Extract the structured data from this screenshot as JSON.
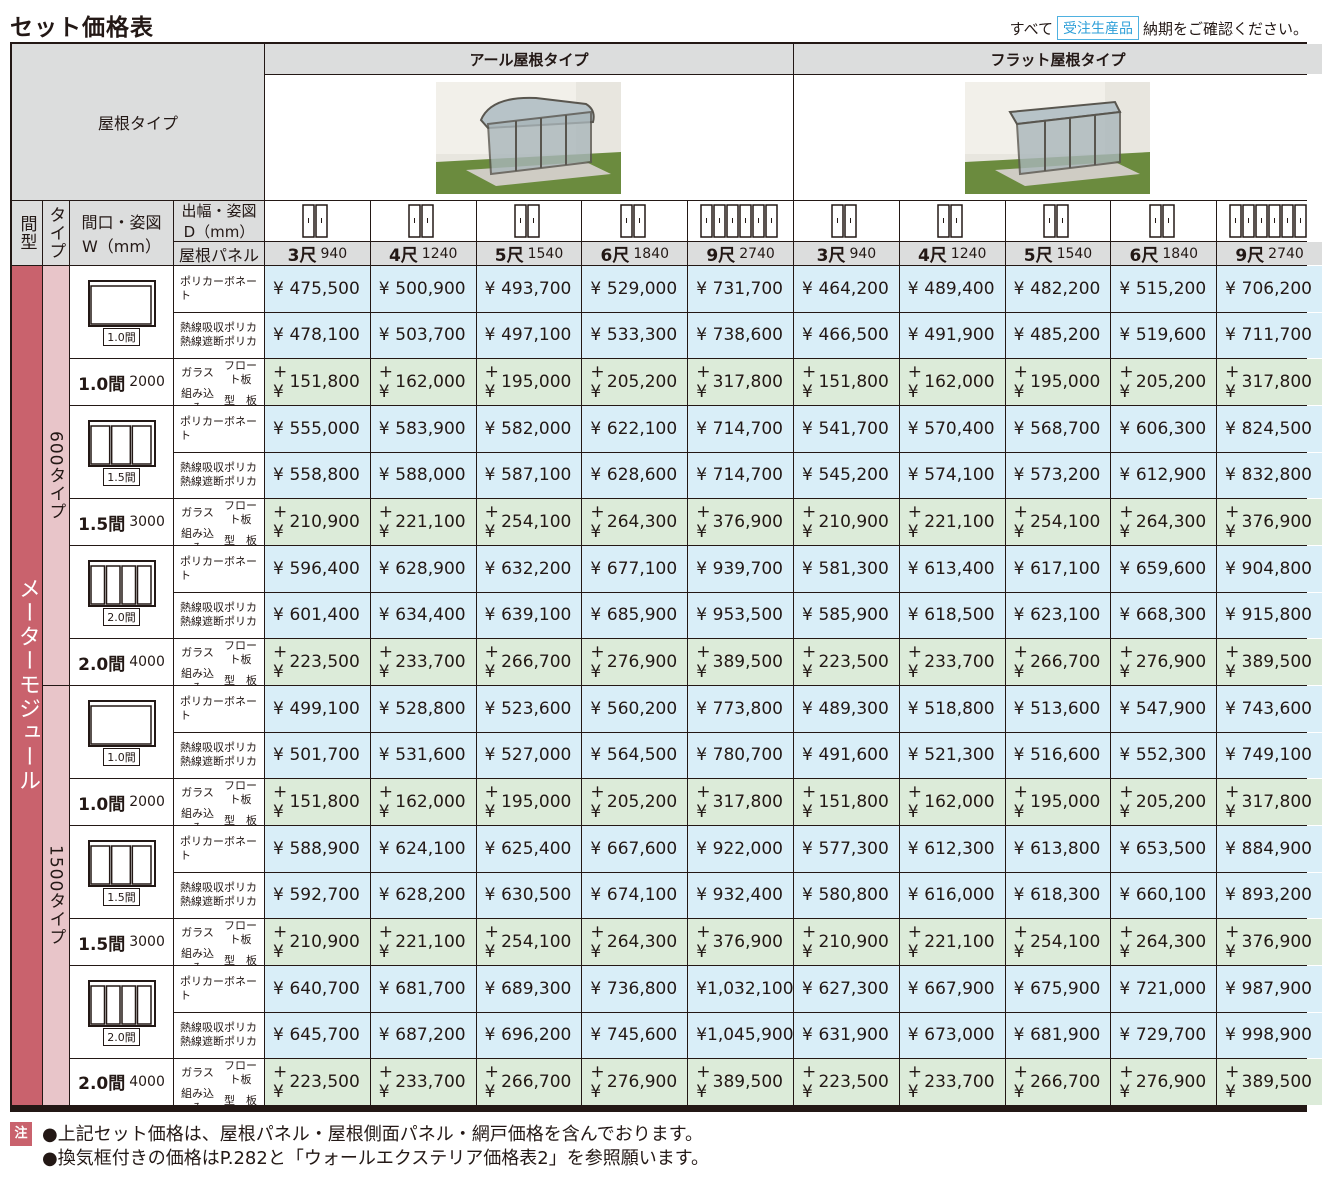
{
  "title": "セット価格表",
  "note_top": {
    "prefix": "すべて",
    "badge": "受注生産品",
    "suffix": "納期をご確認ください。"
  },
  "headers": {
    "roof_type": "屋根タイプ",
    "r_type": "アール屋根タイプ",
    "flat_type": "フラット屋根タイプ",
    "ma": "間型",
    "type": "タイプ",
    "width": "間口・姿図\nW（mm）",
    "depth": "出幅・姿図\nD（mm）",
    "roof_panel": "屋根パネル"
  },
  "depths": [
    {
      "shaku": "3尺",
      "mm": "940"
    },
    {
      "shaku": "4尺",
      "mm": "1240"
    },
    {
      "shaku": "5尺",
      "mm": "1540"
    },
    {
      "shaku": "6尺",
      "mm": "1840"
    },
    {
      "shaku": "9尺",
      "mm": "2740"
    },
    {
      "shaku": "3尺",
      "mm": "940"
    },
    {
      "shaku": "4尺",
      "mm": "1240"
    },
    {
      "shaku": "5尺",
      "mm": "1540"
    },
    {
      "shaku": "6尺",
      "mm": "1840"
    },
    {
      "shaku": "9尺",
      "mm": "2740"
    }
  ],
  "module_label": "メーターモジュール",
  "types": [
    "600タイプ",
    "1500タイプ"
  ],
  "row_labels": {
    "poly": "ポリカーボネート",
    "heat1": "熱線吸収ポリカ",
    "heat2": "熱線遮断ポリカ",
    "glass1": "ガラス",
    "glass2": "組み込み",
    "float": "フロート板",
    "kata": "型　板"
  },
  "groups": [
    {
      "ken": "1.0間",
      "w": "2000",
      "fig": "1.0間",
      "poly": [
        "¥|475,500",
        "¥|500,900",
        "¥|493,700",
        "¥|529,000",
        "¥|731,700",
        "¥|464,200",
        "¥|489,400",
        "¥|482,200",
        "¥|515,200",
        "¥|706,200"
      ],
      "heat": [
        "¥|478,100",
        "¥|503,700",
        "¥|497,100",
        "¥|533,300",
        "¥|738,600",
        "¥|466,500",
        "¥|491,900",
        "¥|485,200",
        "¥|519,600",
        "¥|711,700"
      ],
      "glass": [
        "+¥|151,800",
        "+¥|162,000",
        "+¥|195,000",
        "+¥|205,200",
        "+¥|317,800",
        "+¥|151,800",
        "+¥|162,000",
        "+¥|195,000",
        "+¥|205,200",
        "+¥|317,800"
      ]
    },
    {
      "ken": "1.5間",
      "w": "3000",
      "fig": "1.5間",
      "poly": [
        "¥|555,000",
        "¥|583,900",
        "¥|582,000",
        "¥|622,100",
        "¥|714,700",
        "¥|541,700",
        "¥|570,400",
        "¥|568,700",
        "¥|606,300",
        "¥|824,500"
      ],
      "heat": [
        "¥|558,800",
        "¥|588,000",
        "¥|587,100",
        "¥|628,600",
        "¥|714,700",
        "¥|545,200",
        "¥|574,100",
        "¥|573,200",
        "¥|612,900",
        "¥|832,800"
      ],
      "glass": [
        "+¥|210,900",
        "+¥|221,100",
        "+¥|254,100",
        "+¥|264,300",
        "+¥|376,900",
        "+¥|210,900",
        "+¥|221,100",
        "+¥|254,100",
        "+¥|264,300",
        "+¥|376,900"
      ]
    },
    {
      "ken": "2.0間",
      "w": "4000",
      "fig": "2.0間",
      "poly": [
        "¥|596,400",
        "¥|628,900",
        "¥|632,200",
        "¥|677,100",
        "¥|939,700",
        "¥|581,300",
        "¥|613,400",
        "¥|617,100",
        "¥|659,600",
        "¥|904,800"
      ],
      "heat": [
        "¥|601,400",
        "¥|634,400",
        "¥|639,100",
        "¥|685,900",
        "¥|953,500",
        "¥|585,900",
        "¥|618,500",
        "¥|623,100",
        "¥|668,300",
        "¥|915,800"
      ],
      "glass": [
        "+¥|223,500",
        "+¥|233,700",
        "+¥|266,700",
        "+¥|276,900",
        "+¥|389,500",
        "+¥|223,500",
        "+¥|233,700",
        "+¥|266,700",
        "+¥|276,900",
        "+¥|389,500"
      ]
    },
    {
      "ken": "1.0間",
      "w": "2000",
      "fig": "1.0間",
      "poly": [
        "¥|499,100",
        "¥|528,800",
        "¥|523,600",
        "¥|560,200",
        "¥|773,800",
        "¥|489,300",
        "¥|518,800",
        "¥|513,600",
        "¥|547,900",
        "¥|743,600"
      ],
      "heat": [
        "¥|501,700",
        "¥|531,600",
        "¥|527,000",
        "¥|564,500",
        "¥|780,700",
        "¥|491,600",
        "¥|521,300",
        "¥|516,600",
        "¥|552,300",
        "¥|749,100"
      ],
      "glass": [
        "+¥|151,800",
        "+¥|162,000",
        "+¥|195,000",
        "+¥|205,200",
        "+¥|317,800",
        "+¥|151,800",
        "+¥|162,000",
        "+¥|195,000",
        "+¥|205,200",
        "+¥|317,800"
      ]
    },
    {
      "ken": "1.5間",
      "w": "3000",
      "fig": "1.5間",
      "poly": [
        "¥|588,900",
        "¥|624,100",
        "¥|625,400",
        "¥|667,600",
        "¥|922,000",
        "¥|577,300",
        "¥|612,300",
        "¥|613,800",
        "¥|653,500",
        "¥|884,900"
      ],
      "heat": [
        "¥|592,700",
        "¥|628,200",
        "¥|630,500",
        "¥|674,100",
        "¥|932,400",
        "¥|580,800",
        "¥|616,000",
        "¥|618,300",
        "¥|660,100",
        "¥|893,200"
      ],
      "glass": [
        "+¥|210,900",
        "+¥|221,100",
        "+¥|254,100",
        "+¥|264,300",
        "+¥|376,900",
        "+¥|210,900",
        "+¥|221,100",
        "+¥|254,100",
        "+¥|264,300",
        "+¥|376,900"
      ]
    },
    {
      "ken": "2.0間",
      "w": "4000",
      "fig": "2.0間",
      "poly": [
        "¥|640,700",
        "¥|681,700",
        "¥|689,300",
        "¥|736,800",
        "¥|1,032,100",
        "¥|627,300",
        "¥|667,900",
        "¥|675,900",
        "¥|721,000",
        "¥|987,900"
      ],
      "heat": [
        "¥|645,700",
        "¥|687,200",
        "¥|696,200",
        "¥|745,600",
        "¥|1,045,900",
        "¥|631,900",
        "¥|673,000",
        "¥|681,900",
        "¥|729,700",
        "¥|998,900"
      ],
      "glass": [
        "+¥|223,500",
        "+¥|233,700",
        "+¥|266,700",
        "+¥|276,900",
        "+¥|389,500",
        "+¥|223,500",
        "+¥|233,700",
        "+¥|266,700",
        "+¥|276,900",
        "+¥|389,500"
      ]
    }
  ],
  "notes": {
    "tag": "注",
    "line1": "●上記セット価格は、屋根パネル・屋根側面パネル・網戸価格を含んでおります。",
    "line2": "●換気框付きの価格はP.282と「ウォールエクステリア価格表2」を参照願います。"
  }
}
